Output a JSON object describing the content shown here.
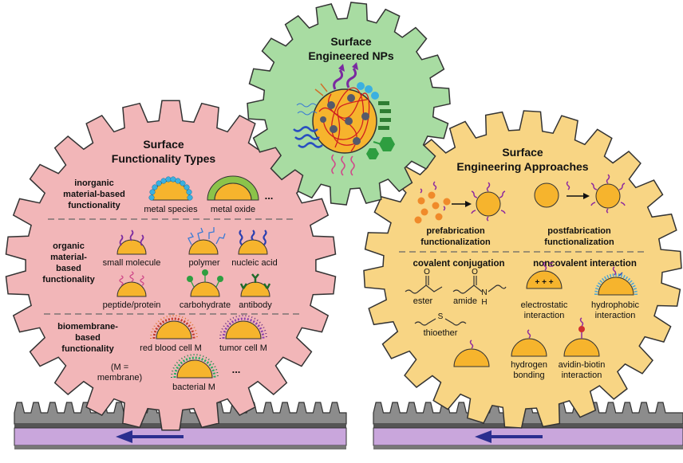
{
  "colors": {
    "green_gear": "#a8dca2",
    "pink_gear": "#f2b6b8",
    "yellow_gear": "#f8d584",
    "particle": "#f6b42d",
    "rail_top": "#8c8c8c",
    "rail_band": "#c9a6dc",
    "arrow": "#2b2f8f"
  },
  "center_gear": {
    "title_line1": "Surface",
    "title_line2": "Engineered NPs"
  },
  "left_gear": {
    "title_line1": "Surface",
    "title_line2": "Functionality Types",
    "inorganic": {
      "label_lines": [
        "inorganic",
        "material-based",
        "functionality"
      ],
      "items": [
        "metal species",
        "metal oxide"
      ],
      "more": "..."
    },
    "organic": {
      "label_lines": [
        "organic",
        "material-",
        "based",
        "functionality"
      ],
      "items": [
        "small molecule",
        "polymer",
        "nucleic acid",
        "peptide/protein",
        "carbohydrate",
        "antibody"
      ]
    },
    "biomembrane": {
      "label_lines": [
        "biomembrane-",
        "based",
        "functionality"
      ],
      "note_lines": [
        "(M =",
        "membrane)"
      ],
      "items": [
        "red blood cell M",
        "tumor cell M",
        "bacterial M"
      ],
      "more": "..."
    }
  },
  "right_gear": {
    "title_line1": "Surface",
    "title_line2": "Engineering Approaches",
    "prefab_lines": [
      "prefabrication",
      "functionalization"
    ],
    "postfab_lines": [
      "postfabrication",
      "functionalization"
    ],
    "covalent_heading": "covalent conjugation",
    "noncovalent_heading": "noncovalent interaction",
    "covalent_items": [
      "ester",
      "amide",
      "thioether"
    ],
    "amide_atom": "H",
    "amide_atom2": "N",
    "ester_atom": "O",
    "thioether_atom": "S",
    "noncovalent_items": [
      [
        "electrostatic",
        "interaction"
      ],
      [
        "hydrophobic",
        "interaction"
      ],
      [
        "hydrogen",
        "bonding"
      ],
      [
        "avidin-biotin",
        "interaction"
      ]
    ],
    "charges": "+ + +"
  }
}
